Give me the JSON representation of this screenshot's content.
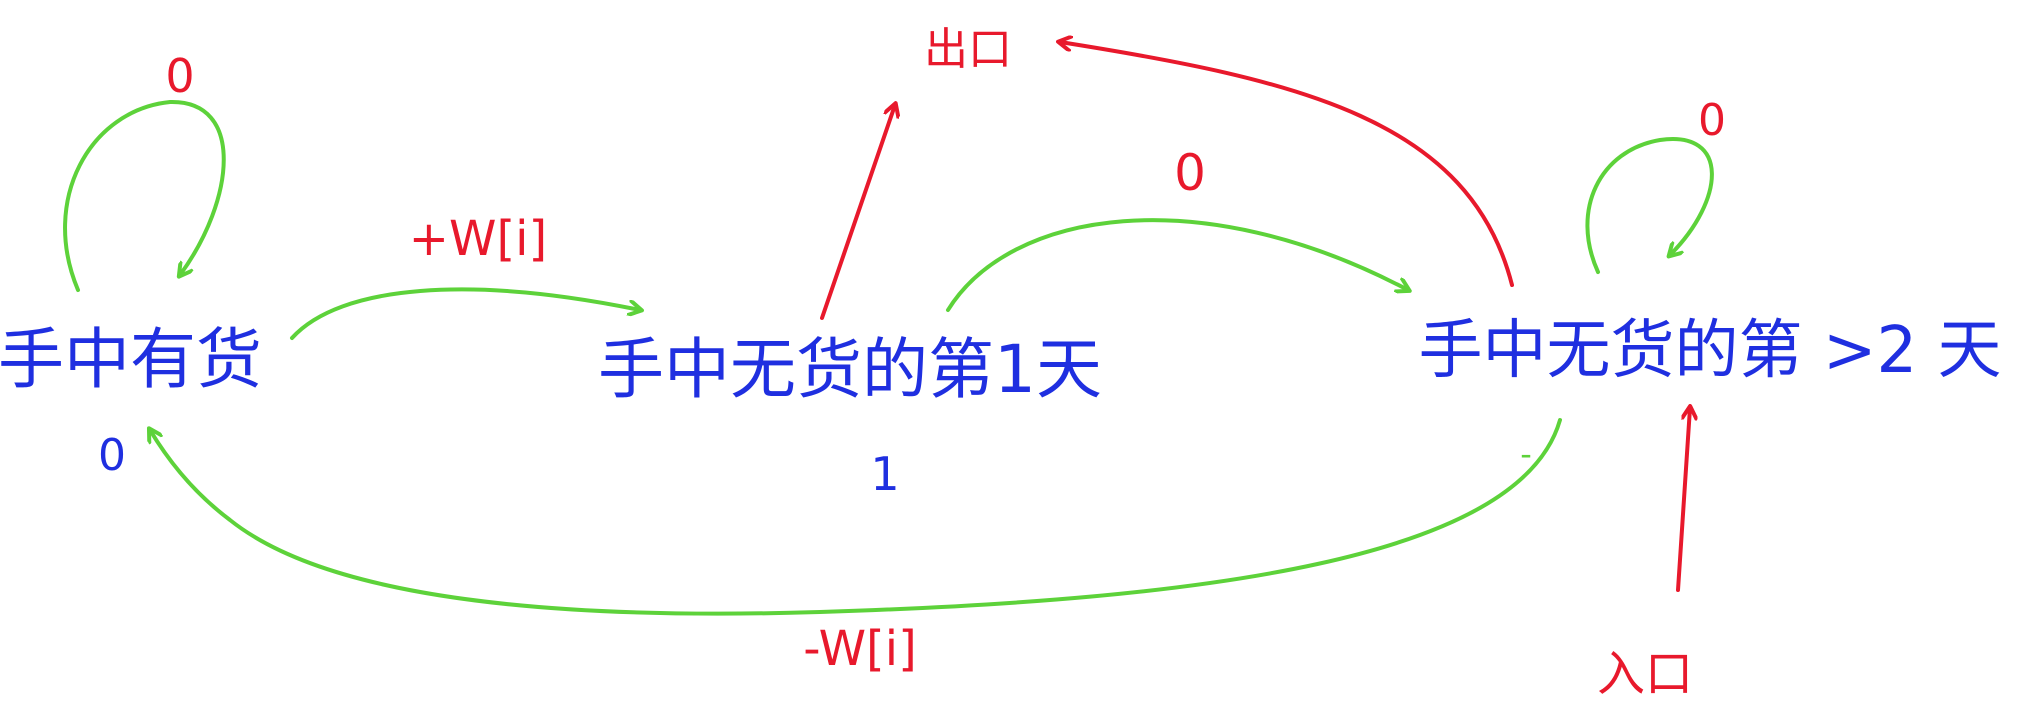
{
  "colors": {
    "node_text": "#1f2fe0",
    "green": "#5dd23a",
    "red": "#e8192c"
  },
  "nodes": {
    "hold": {
      "label": "手中有货",
      "index": "0"
    },
    "day1": {
      "label": "手中无货的第1天",
      "index": "1"
    },
    "day2": {
      "label": "手中无货的第 >2 天",
      "index": ""
    }
  },
  "edges": {
    "hold_self": "0",
    "hold_to_day1": "+W[i]",
    "day1_to_day2": "0",
    "day2_self": "0",
    "day2_to_hold": "-W[i]",
    "day2_to_hold_mark": "-"
  },
  "terminals": {
    "exit": "出口",
    "entry": "入口"
  }
}
